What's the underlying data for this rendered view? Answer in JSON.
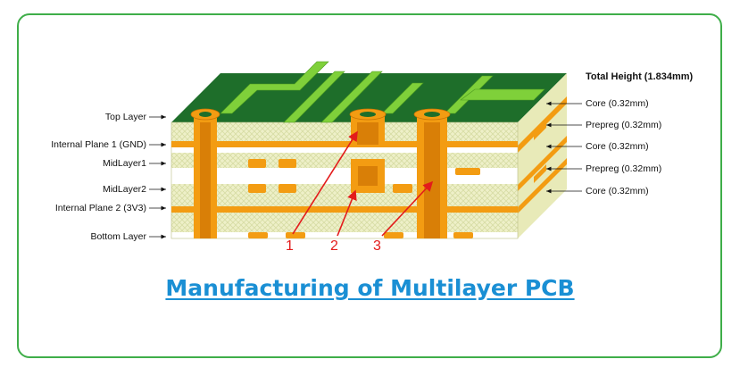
{
  "caption": "Manufacturing of Multilayer PCB",
  "left_labels": [
    "Top Layer",
    "Internal Plane 1 (GND)",
    "MidLayer1",
    "MidLayer2",
    "Internal Plane 2 (3V3)",
    "Bottom Layer"
  ],
  "right_labels": {
    "total": "Total Height (1.834mm)",
    "layers": [
      "Core (0.32mm)",
      "Prepreg (0.32mm)",
      "Core (0.32mm)",
      "Prepreg (0.32mm)",
      "Core (0.32mm)"
    ]
  },
  "via_numbers": [
    "1",
    "2",
    "3"
  ],
  "colors": {
    "border": "#3fae49",
    "caption": "#1a8fd4",
    "board_top": "#1e6e2a",
    "trace": "#7fd03a",
    "copper": "#f39c12",
    "substrate": "#eef0c8",
    "arrow_red": "#e31b1b"
  }
}
